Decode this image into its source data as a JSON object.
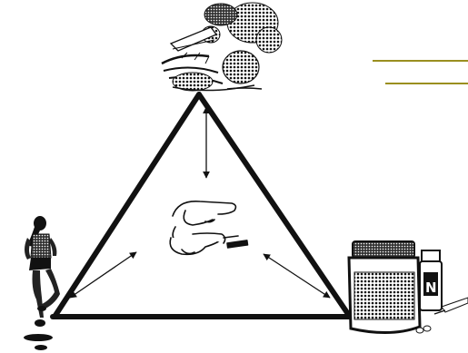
{
  "diagram": {
    "nodes": [
      {
        "id": "vegetables",
        "icon": "vegetables-icon"
      },
      {
        "id": "runner",
        "icon": "runner-icon"
      },
      {
        "id": "medication",
        "icon": "medication-icon"
      },
      {
        "id": "glucose-test",
        "icon": "finger-prick-icon"
      }
    ],
    "edges": [
      {
        "from": "vegetables",
        "to": "runner",
        "style": "thick"
      },
      {
        "from": "runner",
        "to": "medication",
        "style": "thick"
      },
      {
        "from": "medication",
        "to": "vegetables",
        "style": "thick"
      },
      {
        "from": "vegetables",
        "to": "glucose-test",
        "style": "arrow"
      },
      {
        "from": "runner",
        "to": "glucose-test",
        "style": "double-arrow"
      },
      {
        "from": "medication",
        "to": "glucose-test",
        "style": "double-arrow"
      }
    ],
    "vial_label": "N",
    "colors": {
      "stroke": "#111111",
      "accent_lines": "#9a8f1f",
      "background": "#ffffff"
    }
  }
}
